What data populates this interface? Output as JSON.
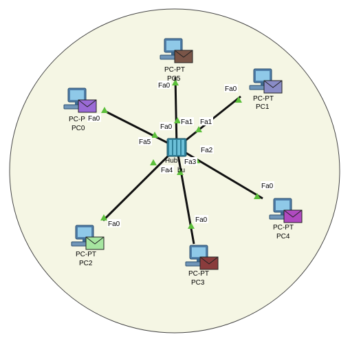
{
  "colors": {
    "background_circle": "#f5f6e4",
    "circle_stroke": "#444444",
    "link": "#111111",
    "link_status": "#5bbf3a",
    "pc_monitor": "#4f7ea8",
    "pc_screen": "#8fc9e8"
  },
  "hub": {
    "label": "Hub",
    "label_tail": "bu",
    "icon": "hub-icon"
  },
  "devices": [
    {
      "id": "pc5",
      "type": "PC-PT",
      "type_label": "PC-PT",
      "name": "PC5",
      "icon": "pc-icon",
      "envelope": "#7a5548",
      "port_pc": "Fa0",
      "port_hub": "Fa1"
    },
    {
      "id": "pc1",
      "type": "PC-PT",
      "type_label": "PC-PT",
      "name": "PC1",
      "icon": "pc-icon",
      "envelope": "#8a8cc6",
      "port_pc": "Fa0",
      "port_hub": "Fa1"
    },
    {
      "id": "pc0",
      "type": "PC-PT",
      "type_label": "PC-P",
      "name": "PC0",
      "icon": "pc-icon",
      "envelope": "#9a6ad6",
      "port_pc": "Fa0",
      "port_hub": "Fa5"
    },
    {
      "id": "pc4",
      "type": "PC-PT",
      "type_label": "PC-PT",
      "name": "PC4",
      "icon": "pc-icon",
      "envelope": "#b04ac0",
      "port_pc": "Fa0",
      "port_hub": "Fa2"
    },
    {
      "id": "pc2",
      "type": "PC-PT",
      "type_label": "PC-PT",
      "name": "PC2",
      "icon": "pc-icon",
      "envelope": "#a6e6a0",
      "port_pc": "Fa0",
      "port_hub": "Fa4"
    },
    {
      "id": "pc3",
      "type": "PC-PT",
      "type_label": "PC-PT",
      "name": "PC3",
      "icon": "pc-icon",
      "envelope": "#8a3c3c",
      "port_pc": "Fa0",
      "port_hub": "Fa3"
    }
  ],
  "hub_ports": {
    "top_left": "Fa0"
  }
}
